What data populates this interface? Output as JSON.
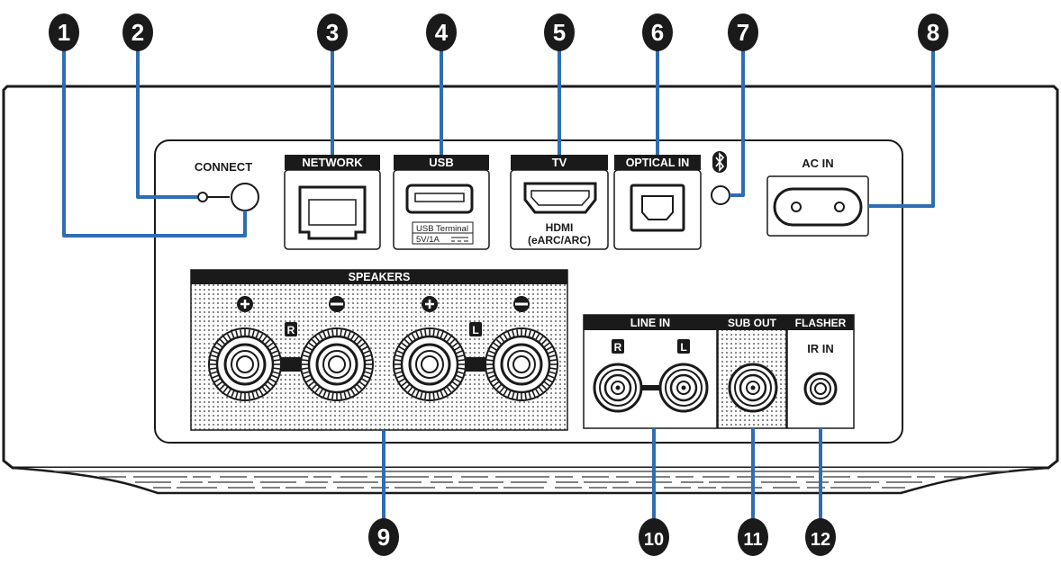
{
  "callouts": [
    "1",
    "2",
    "3",
    "4",
    "5",
    "6",
    "7",
    "8",
    "9",
    "10",
    "11",
    "12"
  ],
  "labels": {
    "connect": "CONNECT",
    "network": "NETWORK",
    "usb": "USB",
    "usb_terminal": "USB Terminal",
    "usb_rating": "5V/1A",
    "tv": "TV",
    "hdmi": "HDMI",
    "hdmi_sub": "(eARC/ARC)",
    "optical_in": "OPTICAL IN",
    "ac_in": "AC IN",
    "speakers": "SPEAKERS",
    "speaker_right": "R",
    "speaker_left": "L",
    "line_in": "LINE IN",
    "line_in_right": "R",
    "line_in_left": "L",
    "sub_out": "SUB OUT",
    "flasher": "FLASHER",
    "ir_in": "IR IN"
  },
  "icons": {
    "bluetooth": "bluetooth-icon",
    "plus": "plus-icon",
    "minus": "minus-icon"
  },
  "colors": {
    "callout_line": "#2f6db3",
    "outline": "#1a1a1a",
    "label_bg": "#1a1a1a",
    "label_fg": "#ffffff"
  }
}
